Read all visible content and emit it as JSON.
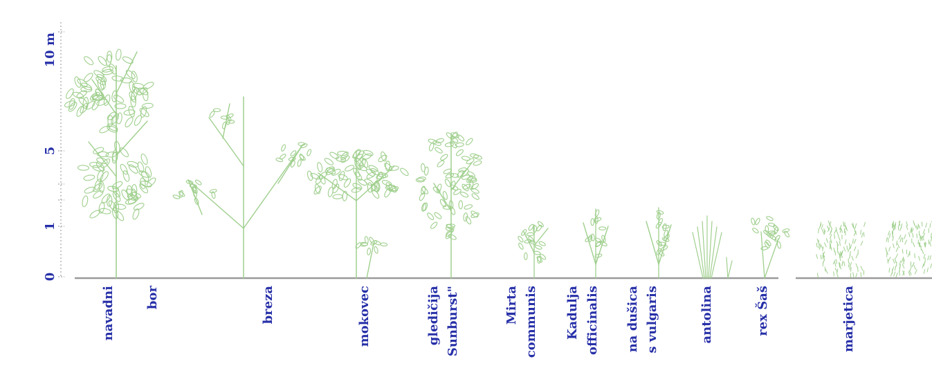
{
  "diagram": {
    "colors": {
      "text": "#2730a8",
      "plant": "#9fcf8d",
      "ground": "#9a9a9a",
      "axis": "#b5b5b5",
      "background": "#ffffff"
    },
    "axis": {
      "labels": [
        "10 m",
        "5",
        "1",
        "0"
      ]
    },
    "plants": [
      {
        "label_lines": [
          "navadni",
          "bor"
        ],
        "form": "tall-tree"
      },
      {
        "label_lines": [
          "breza"
        ],
        "form": "branching-tree"
      },
      {
        "label_lines": [
          "mokovec"
        ],
        "form": "round-tree"
      },
      {
        "label_lines": [
          "gledičija",
          "Sunburst\""
        ],
        "form": "tree"
      },
      {
        "label_lines": [
          "Mirta",
          "communis"
        ],
        "form": "shrub"
      },
      {
        "label_lines": [
          "Kadulja",
          "officinalis"
        ],
        "form": "herb"
      },
      {
        "label_lines": [
          "na dušica",
          "s vulgaris"
        ],
        "form": "herb"
      },
      {
        "label_lines": [
          "antolina"
        ],
        "form": "grass"
      },
      {
        "label_lines": [
          "rex Šaš"
        ],
        "form": "sedge"
      },
      {
        "label_lines": [
          "marjetica"
        ],
        "form": "meadow"
      },
      {
        "label_lines": [
          ""
        ],
        "form": "meadow"
      }
    ]
  }
}
